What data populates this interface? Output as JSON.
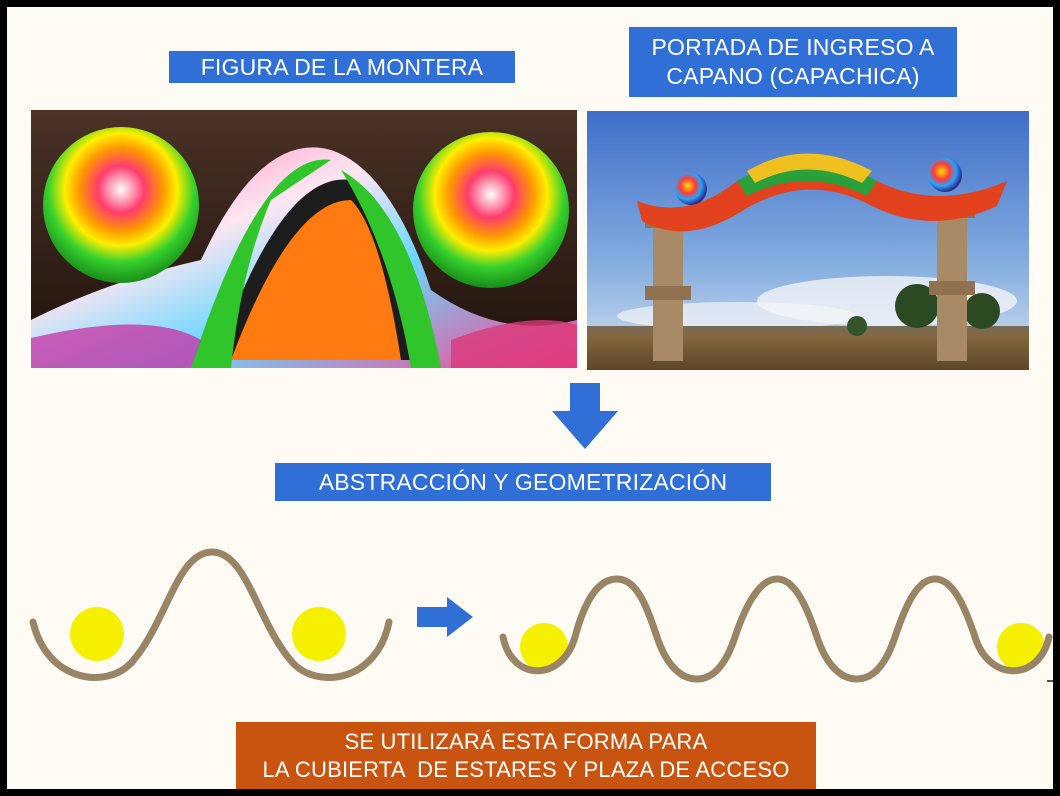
{
  "labels": {
    "montera": "FIGURA DE LA MONTERA",
    "portada_line1": "PORTADA DE INGRESO A",
    "portada_line2": "CAPANO (CAPACHICA)",
    "abstraccion": "ABSTRACCIÓN Y GEOMETRIZACIÓN",
    "conclusion_line1": "SE UTILIZARÁ ESTA FORMA PARA",
    "conclusion_line2": "LA CUBIERTA  DE ESTARES Y PLAZA DE ACCESO"
  },
  "colors": {
    "label_blue": "#2f6fd6",
    "label_orange": "#c8540f",
    "arrow_blue": "#2f6fd6",
    "wave_brown": "#9a8466",
    "ball_yellow": "#f5f000",
    "background": "#fdfbf3"
  },
  "images": {
    "montera_photo": "montera-hat-photo",
    "portada_photo": "capano-entrance-arch-photo"
  },
  "icons": {
    "down_arrow": "arrow-down-icon",
    "right_arrow": "arrow-right-icon"
  }
}
